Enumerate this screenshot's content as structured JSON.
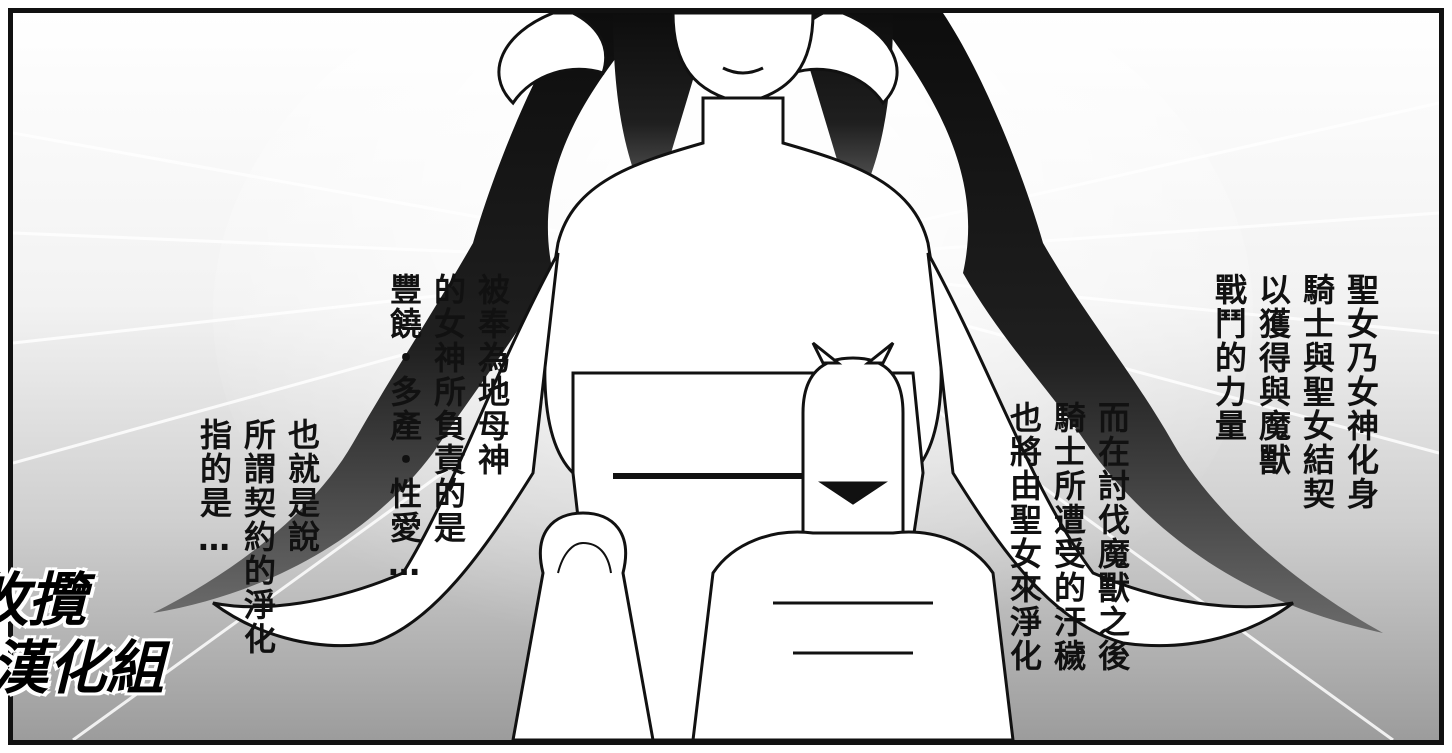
{
  "captions": {
    "right": [
      "聖女乃女神化身",
      "騎士與聖女結契",
      "以獲得與魔獸",
      "戰鬥的力量"
    ],
    "middle_right": [
      "而在討伐魔獸之後",
      "騎士所遭受的汙穢",
      "也將由聖女來淨化"
    ],
    "middle_left": [
      "被奉為地母神",
      "的女神所負責的是",
      "豐饒・多產・性愛…"
    ],
    "left": [
      "也就是說",
      "所謂契約的淨化",
      "指的是…"
    ]
  },
  "watermark": {
    "line1": "攸攬",
    "line2": "漢化組"
  },
  "colors": {
    "ink": "#111111",
    "paper": "#ffffff",
    "hair": "#1a1a1a",
    "screentone_dark": "#9c9c9c"
  }
}
